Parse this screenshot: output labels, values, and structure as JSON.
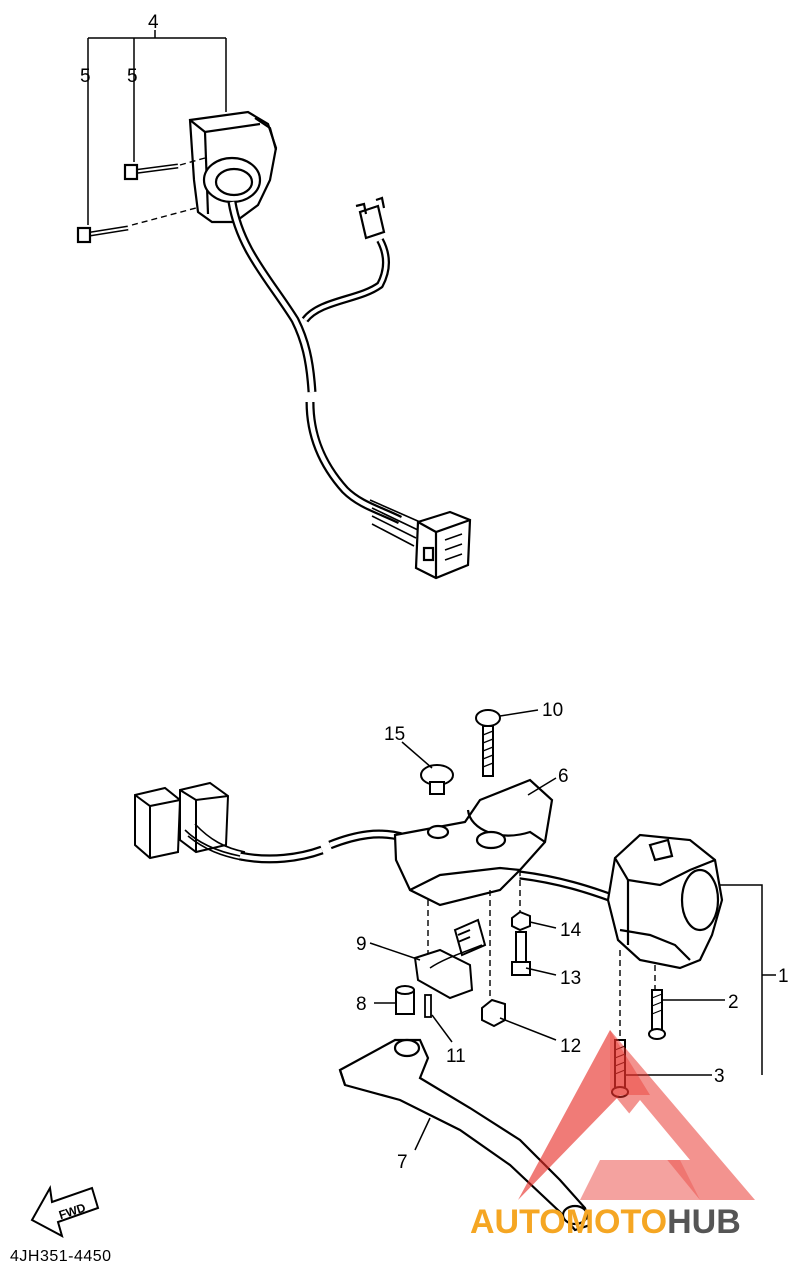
{
  "diagram": {
    "callouts": {
      "c1": "1",
      "c2": "2",
      "c3": "3",
      "c4": "4",
      "c5a": "5",
      "c5b": "5",
      "c6": "6",
      "c7": "7",
      "c8": "8",
      "c9": "9",
      "c10": "10",
      "c11": "11",
      "c12": "12",
      "c13": "13",
      "c14": "14",
      "c15": "15"
    },
    "fwd_label": "FWD",
    "part_code": "4JH351-4450"
  },
  "watermark": {
    "auto": "AUTO",
    "moto": "MOTO",
    "hub": "HUB",
    "colors": {
      "red": "#e8302a",
      "orange": "#f5a623",
      "gray": "#555555"
    }
  }
}
